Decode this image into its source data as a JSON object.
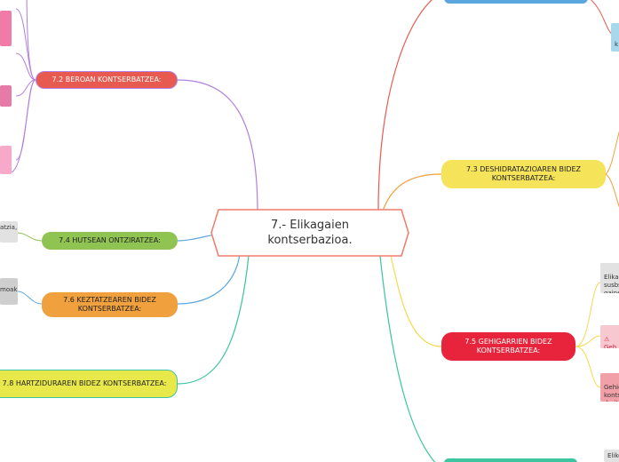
{
  "title": "7.- Elikagaien kontserbazioa.",
  "branches": [
    {
      "label": "7.2 BEROAN KONTSERBATZEA:"
    },
    {
      "label": "7.4 HUTSEAN ONTZIRATZEA:"
    },
    {
      "label": "7.6 KEZTATZEAREN BIDEZ KONTSERBATZEA:"
    },
    {
      "label": "7.8 HARTZIDURAREN BIDEZ KONTSERBATZEA:"
    },
    {
      "label": "7.3 DESHIDRATAZIOAREN BIDEZ KONTSERBATZEA:"
    },
    {
      "label": "7.5 GEHIGARRIEN BIDEZ KONTSERBATZEA:"
    }
  ],
  "leaves": [
    {
      "text": "atzia,"
    },
    {
      "text": "moak"
    },
    {
      "text": "Elikag\nsusbs\ngaine"
    },
    {
      "text": "⚠ Geh\nozpin"
    },
    {
      "text": "Gehig\nkonts\nderitz"
    },
    {
      "text": "Eliko"
    },
    {
      "text": "k"
    }
  ],
  "colors": {
    "central_border": "#f07b6c",
    "purple": "#b07fe0",
    "red": "#e85a4f",
    "green": "#8fc352",
    "blue": "#5aa7e0",
    "orange": "#f0a03c",
    "teal": "#3cc5a0",
    "yellow": "#f5d94c",
    "lime": "#e8e84a",
    "crimson": "#e8243c",
    "pink": "#f07aa8"
  }
}
